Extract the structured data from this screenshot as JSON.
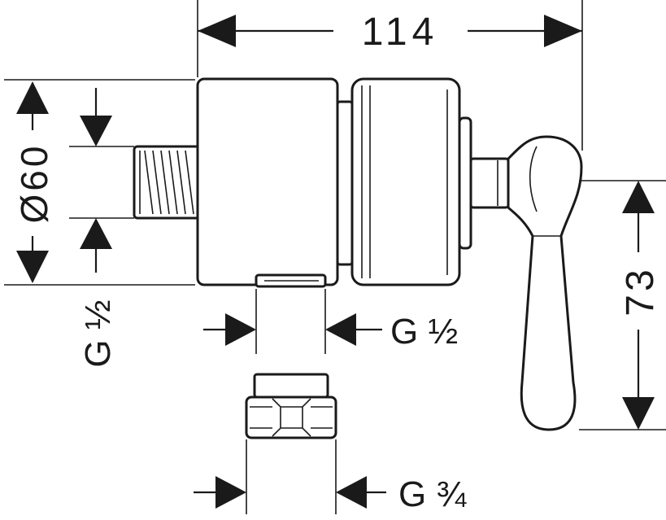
{
  "dimensions": {
    "overall_width": "114",
    "body_diameter": "Ø60",
    "inlet_thread": "G ½",
    "outlet_thread": "G ½",
    "handle_height": "73",
    "adapter_thread": "G ¾"
  }
}
